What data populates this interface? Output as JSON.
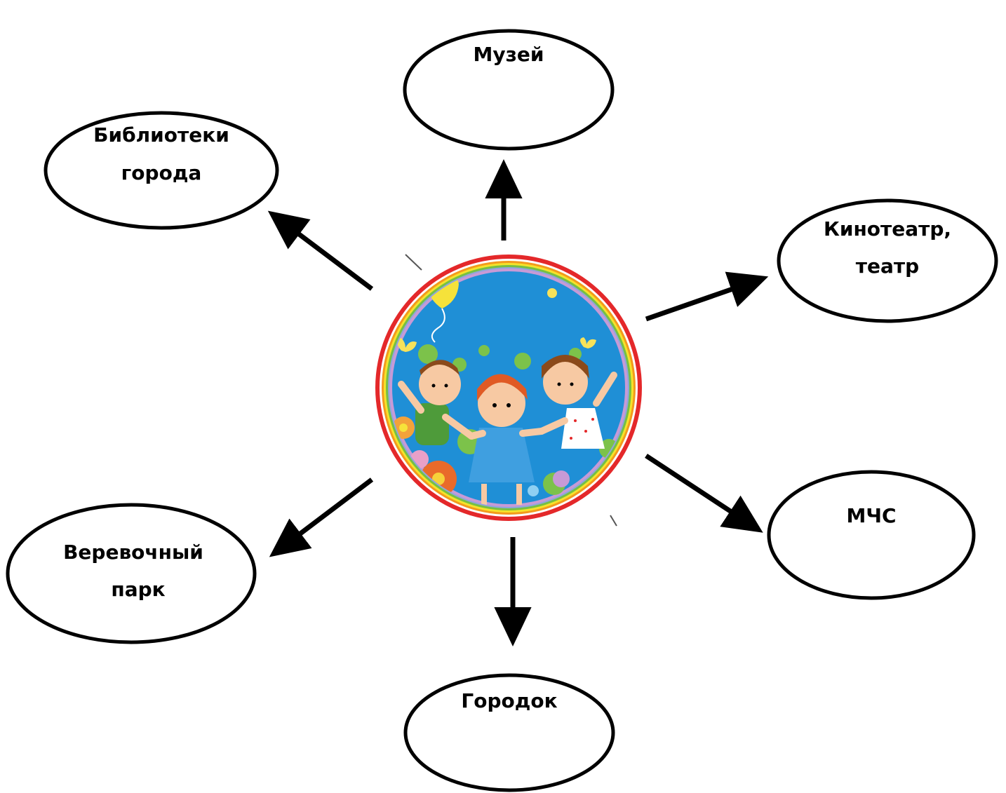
{
  "nodes": {
    "museum": {
      "line1": "Музей",
      "line2": ""
    },
    "library": {
      "line1": "Библиотеки",
      "line2": "города"
    },
    "cinema": {
      "line1": "Кинотеатр,",
      "line2": "театр"
    },
    "mchs": {
      "line1": "МЧС",
      "line2": ""
    },
    "ropepark": {
      "line1": "Веревочный",
      "line2": "парк"
    },
    "gorodok": {
      "line1": "Городок",
      "line2": ""
    }
  },
  "center_picture": {
    "description_icon": "children-holding-hands-rainbow-icon",
    "ring_colors": [
      "#e4282a",
      "#f39a1c",
      "#f5e22b",
      "#76c043",
      "#8fa6dc",
      "#c79ad6"
    ],
    "sky_color": "#1f8fd6"
  },
  "colors": {
    "ink": "#000000",
    "background": "#ffffff"
  }
}
